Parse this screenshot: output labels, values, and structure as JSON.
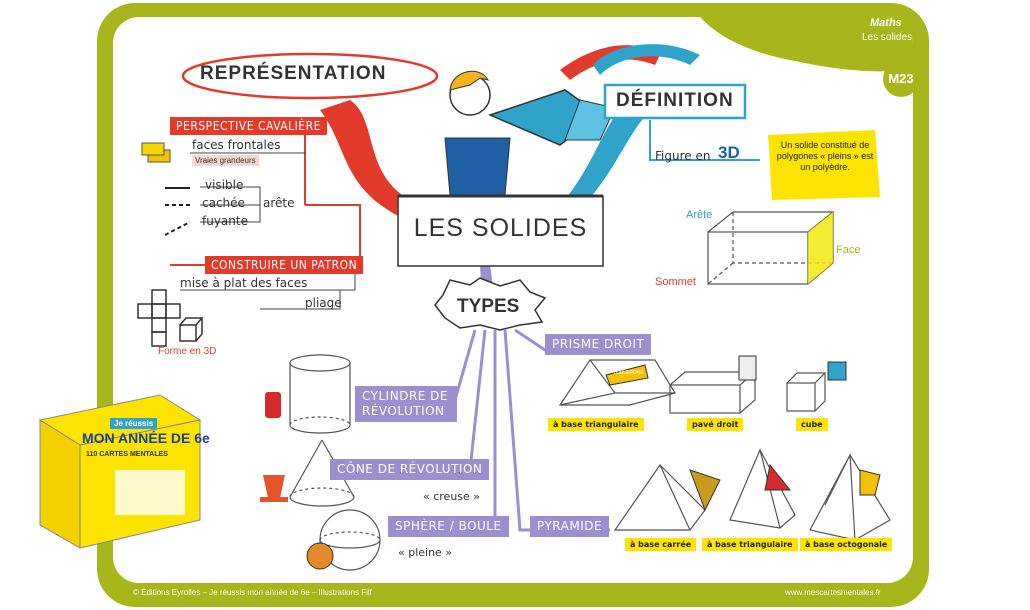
{
  "header": {
    "subject": "Maths",
    "topic": "Les solides",
    "code": "M23"
  },
  "center": {
    "title": "LES SOLIDES"
  },
  "representation": {
    "heading": "REPRÉSENTATION",
    "perspective": "PERSPECTIVE CAVALIÈRE",
    "faces_frontales": "faces frontales",
    "vraies_grandeurs": "Vraies grandeurs",
    "visible": "visible",
    "cachee": "cachée",
    "fuyante": "fuyante",
    "arete": "arête",
    "patron": "CONSTRUIRE UN PATRON",
    "mise_a_plat": "mise à plat des faces",
    "pliage": "pliage",
    "forme_3d": "Forme en 3D"
  },
  "definition": {
    "heading": "DÉFINITION",
    "figure": "Figure en",
    "figure_3d": "3D",
    "note": "Un solide constitué de polygones « pleins » est un polyèdre.",
    "arete": "Arête",
    "face": "Face",
    "sommet": "Sommet"
  },
  "types": {
    "heading": "TYPES",
    "prisme": "PRISME DROIT",
    "prisme_tag": "TOBLERONE",
    "base_triangulaire": "à base triangulaire",
    "pave_droit": "pavé droit",
    "cube": "cube",
    "cylindre": "CYLINDRE DE RÉVOLUTION",
    "cone": "CÔNE DE RÉVOLUTION",
    "sphere": "SPHÈRE / BOULE",
    "creuse": "« creuse »",
    "pleine": "« pleine »",
    "pyramide": "PYRAMIDE",
    "base_carree": "à base carrée",
    "base_triangulaire_pyr": "à base triangulaire",
    "base_octogonale": "à base octogonale"
  },
  "book": {
    "badge": "Je réussis",
    "title": "MON ANNÉE DE 6e",
    "subtitle": "110 CARTES MENTALES"
  },
  "footer": {
    "copyright": "© Éditions Eyrolles – Je réussis mon année de 6e – Illustrations Filf",
    "website": "www.mescartesmentales.fr"
  },
  "colors": {
    "frame": "#a8b61b",
    "red": "#e23a2b",
    "blue": "#2fa3c9",
    "purple": "#9b8fcf",
    "yellow": "#fde400"
  }
}
